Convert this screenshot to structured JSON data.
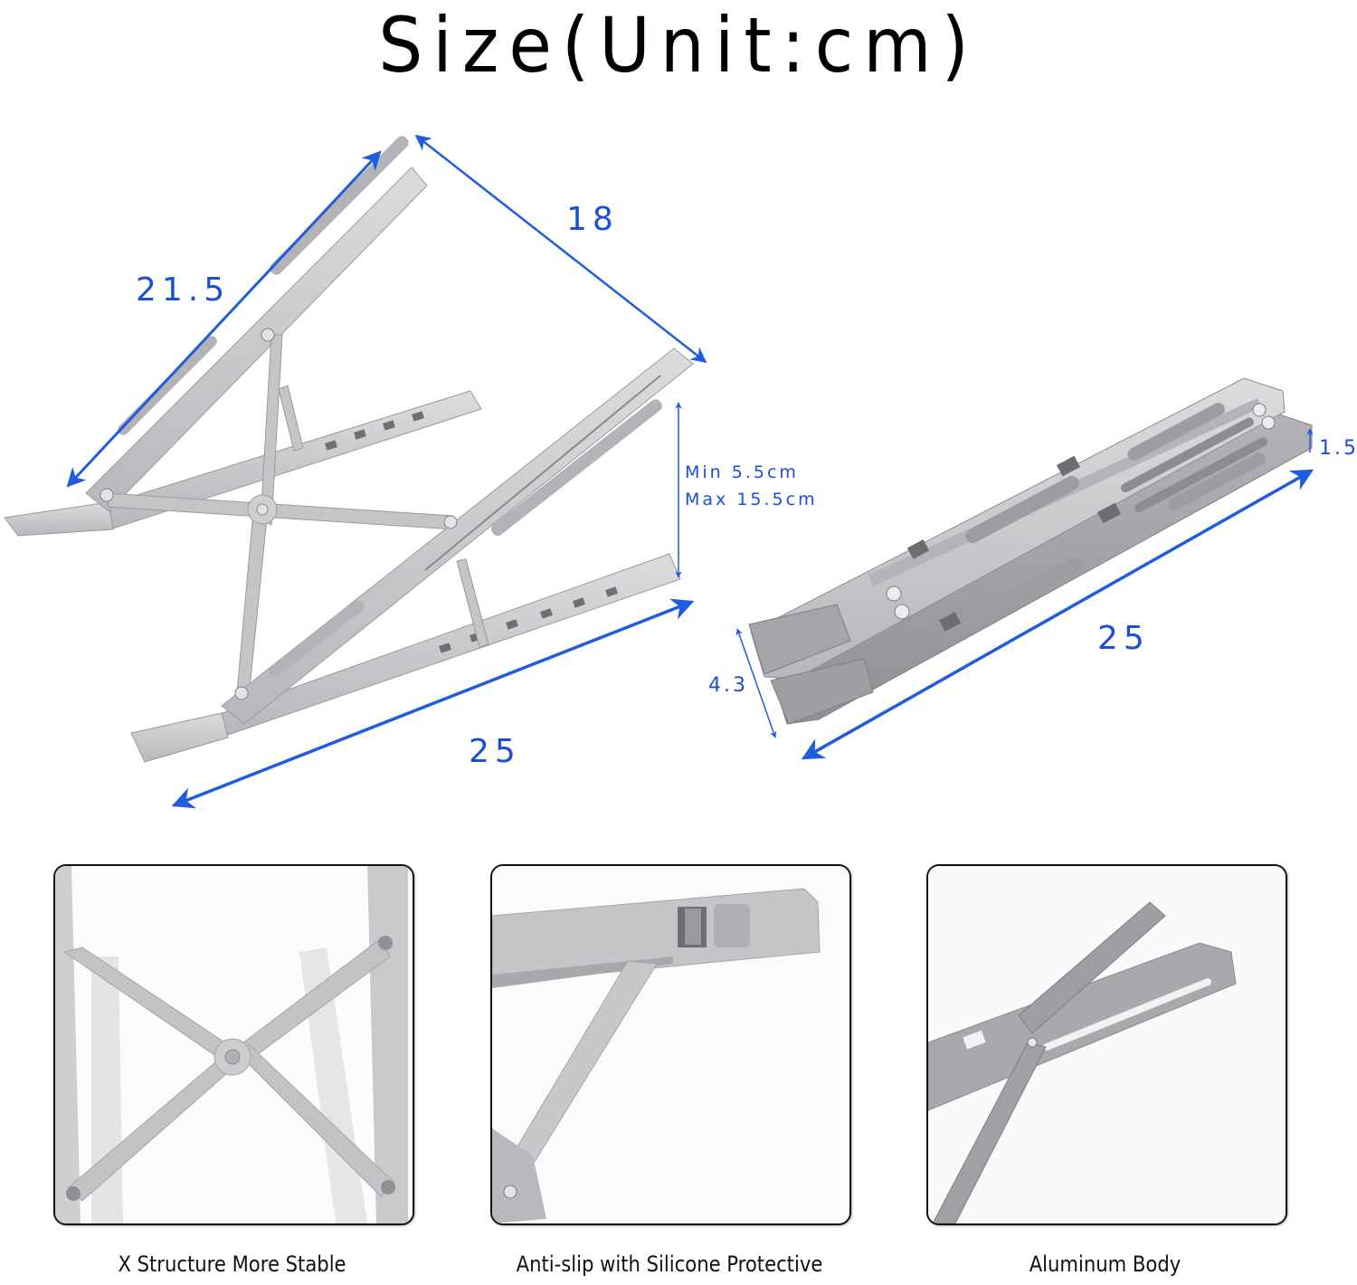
{
  "title": "Size(Unit:cm)",
  "colors": {
    "dimension_blue": "#1a4fd6",
    "arrow_blue": "#1f5ce0",
    "metal_silver": "#c9c9cb",
    "metal_shadow": "#a9a9ad",
    "panel_border": "#111111"
  },
  "open_stand": {
    "dimensions": {
      "top_arm_length": "21.5",
      "top_span": "18",
      "base_length": "25",
      "height_range_line1": "Min 5.5cm",
      "height_range_line2": "Max 15.5cm"
    }
  },
  "folded_stand": {
    "dimensions": {
      "thickness": "1.5",
      "width": "4.3",
      "length": "25"
    }
  },
  "features": [
    {
      "caption": "X Structure More Stable",
      "image": "x-structure-closeup"
    },
    {
      "caption": "Anti-slip with Silicone Protective",
      "image": "silicone-pad-closeup"
    },
    {
      "caption": "Aluminum Body",
      "image": "aluminum-arm-closeup"
    }
  ]
}
